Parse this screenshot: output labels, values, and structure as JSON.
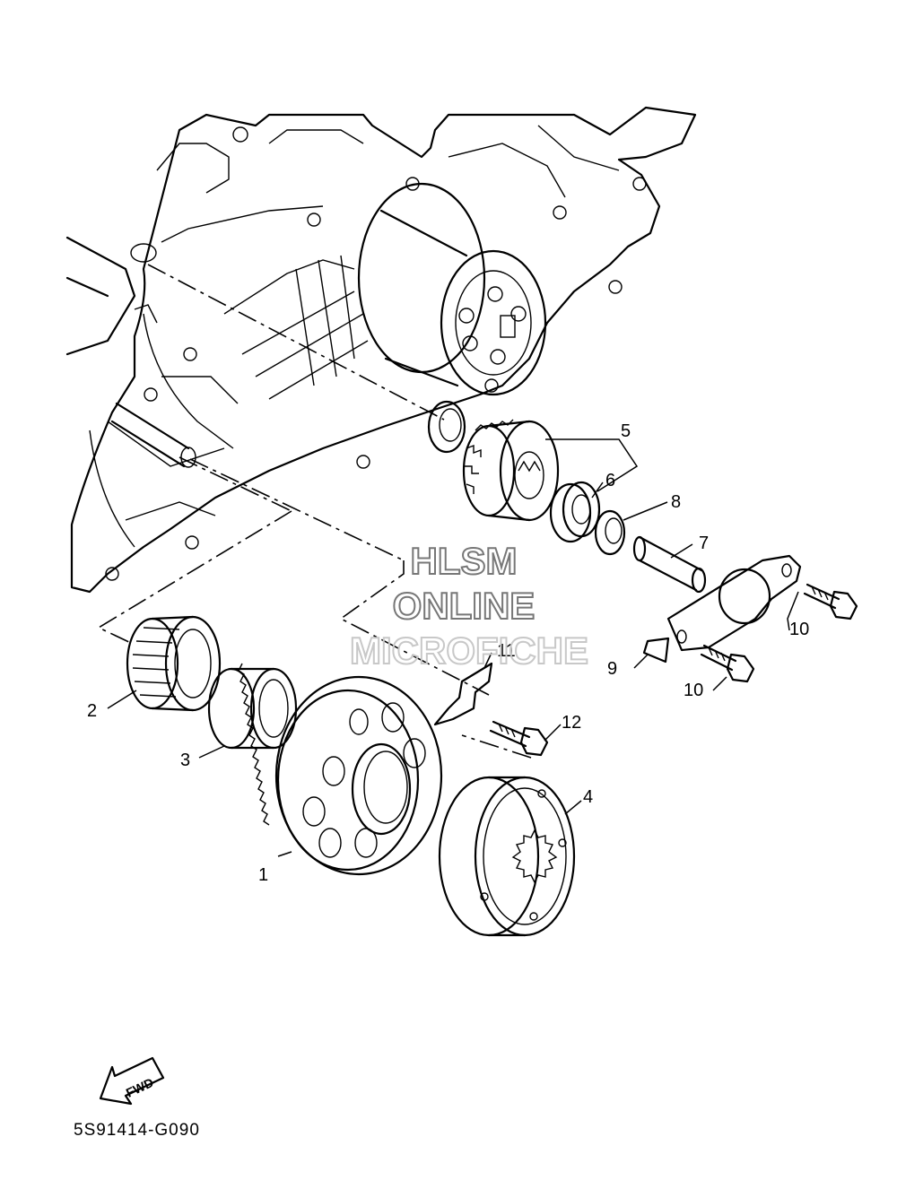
{
  "diagram": {
    "callouts": [
      "1",
      "2",
      "3",
      "4",
      "5",
      "6",
      "7",
      "8",
      "9",
      "10",
      "10",
      "11",
      "12"
    ],
    "watermark": [
      "HLSM",
      "ONLINE",
      "MICROFICHE"
    ],
    "direction_label": "FWD",
    "drawing_code": "5S91414-G090"
  }
}
